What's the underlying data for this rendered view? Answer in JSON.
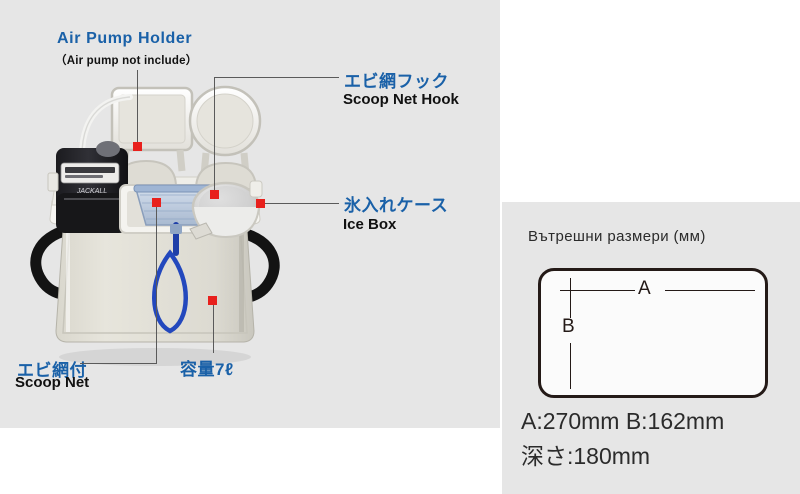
{
  "page": {
    "background_color": "#ffffff",
    "panel_color": "#e6e6e6",
    "accent_blue": "#1a61a8",
    "marker_red": "#e8201c"
  },
  "left_panel": {
    "annotations": {
      "air_pump_holder": {
        "title": "Air Pump Holder",
        "subtitle": "（Air pump not include）"
      },
      "scoop_net_hook": {
        "jp": "エビ網フック",
        "en": "Scoop Net Hook"
      },
      "ice_box": {
        "jp": "氷入れケース",
        "en": "Ice Box"
      },
      "scoop_net": {
        "jp": "エビ網付",
        "en": "Scoop Net"
      },
      "capacity": {
        "jp": "容量7ℓ"
      }
    },
    "photo": {
      "alt": "white bait cooler box with black air pump, open lids, blue scoop net and shoulder straps"
    }
  },
  "right_panel": {
    "title": "Вътрешни размери (мм)",
    "diagram": {
      "label_a": "A",
      "label_b": "B"
    },
    "dimensions": {
      "line1": "A:270mm  B:162mm",
      "line2": "深さ:180mm"
    }
  }
}
